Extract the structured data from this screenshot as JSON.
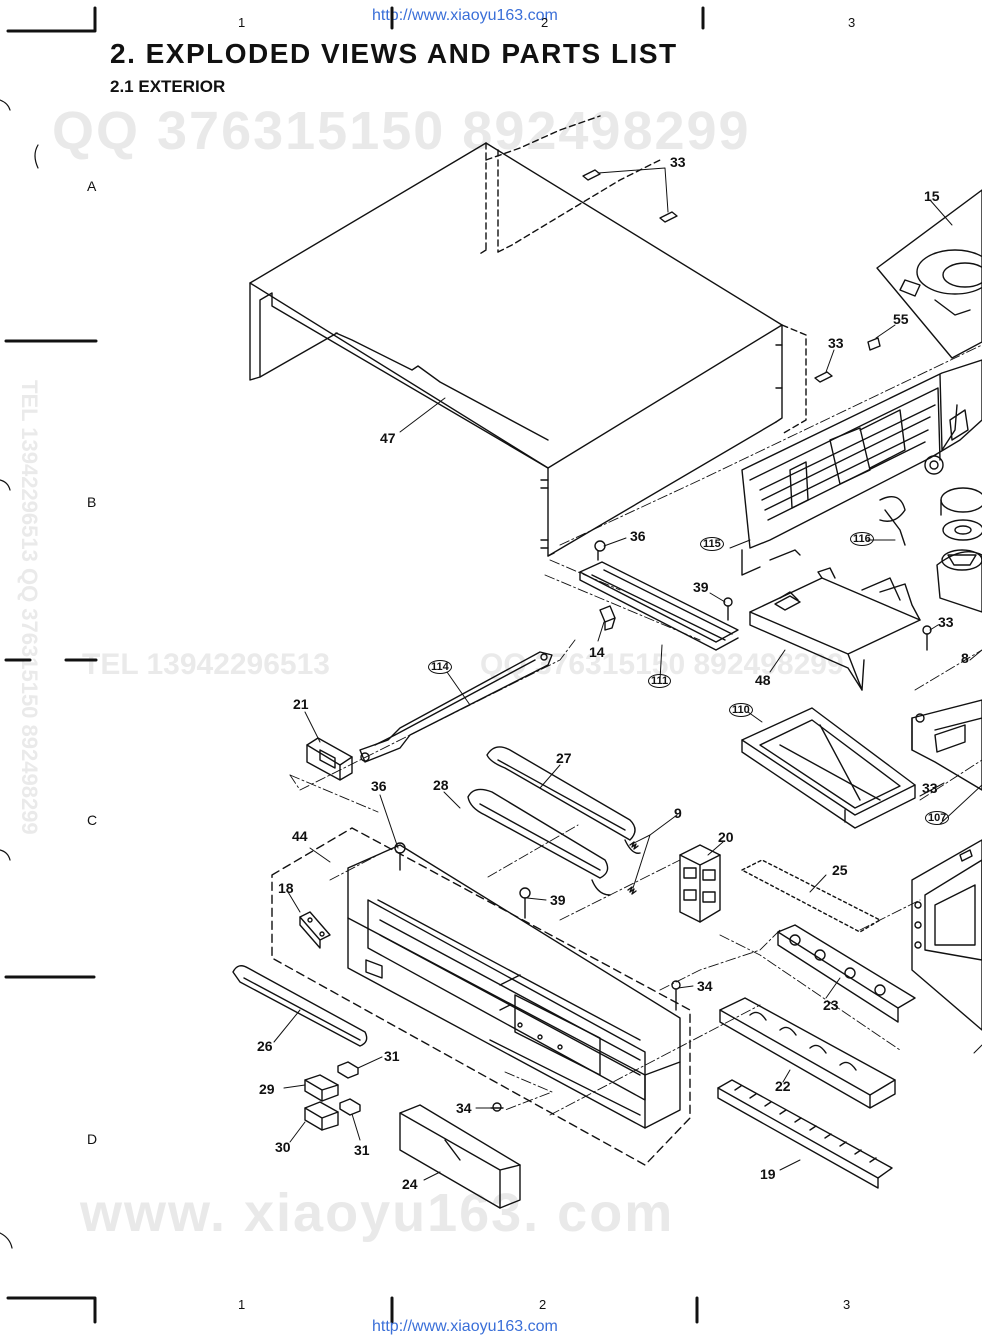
{
  "header_url": "http://www.xiaoyu163.com",
  "footer_url": "http://www.xiaoyu163.com",
  "title": "2.  EXPLODED VIEWS AND PARTS LIST",
  "subtitle": "2.1   EXTERIOR",
  "column_numbers": [
    "1",
    "2",
    "3"
  ],
  "row_letters": [
    "A",
    "B",
    "C",
    "D"
  ],
  "watermarks": {
    "qq": "QQ 376315150   892498299",
    "tel": "TEL 13942296513",
    "qq2": "QQ 376315150   892498299",
    "vertical": "TEL 13942296513   QQ 376315150   892498299",
    "site": "www. xiaoyu163. com"
  },
  "part_labels": [
    "33",
    "15",
    "55",
    "33",
    "47",
    "36",
    "115",
    "116",
    "39",
    "14",
    "111",
    "114",
    "33",
    "8",
    "48",
    "21",
    "110",
    "27",
    "28",
    "36",
    "9",
    "33",
    "107",
    "20",
    "44",
    "18",
    "39",
    "25",
    "34",
    "23",
    "26",
    "31",
    "29",
    "34",
    "30",
    "31",
    "24",
    "22",
    "19"
  ],
  "circled_parts": [
    "115",
    "116",
    "111",
    "114",
    "110",
    "107"
  ]
}
